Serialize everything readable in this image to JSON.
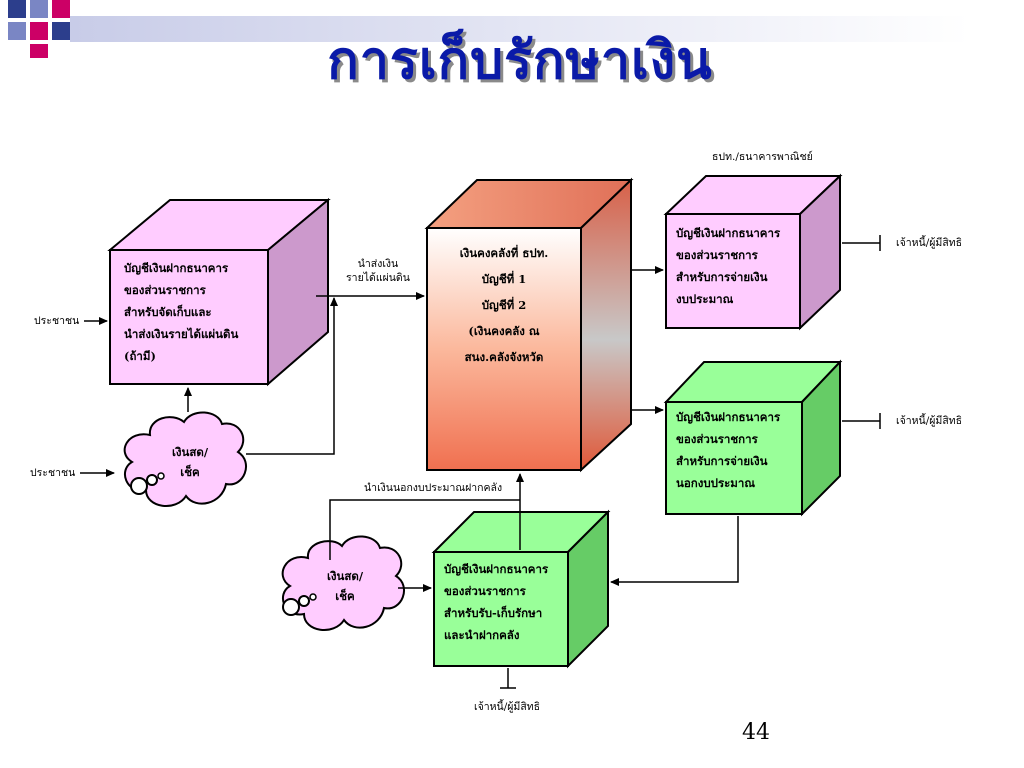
{
  "title": "การเก็บรักษาเงิน",
  "page_number": "44",
  "colors": {
    "title": "#0a1aa8",
    "pink_box": "#ffccff",
    "pink_side": "#cc99cc",
    "green_box": "#99ff99",
    "green_side": "#66cc66",
    "deco_blue": "#2c3e8c",
    "deco_magenta": "#cc0066"
  },
  "labels": {
    "people_1": "ประชาชน",
    "people_2": "ประชาชน",
    "send_income": [
      "นำส่งเงิน",
      "รายได้แผ่นดิน"
    ],
    "bank_header": "ธปท./ธนาคารพาณิชย์",
    "creditor_1": "เจ้าหนี้/ผู้มีสิทธิ",
    "creditor_2": "เจ้าหนี้/ผู้มีสิทธิ",
    "creditor_3": "เจ้าหนี้/ผู้มีสิทธิ",
    "deposit_offbudget": "นำเงินนอกงบประมาณฝากคลัง"
  },
  "boxes": {
    "collection": [
      "บัญชีเงินฝากธนาคาร",
      "ของส่วนราชการ",
      "สำหรับจัดเก็บและ",
      "นำส่งเงินรายได้แผ่นดิน",
      "(ถ้ามี)"
    ],
    "treasury": [
      "เงินคงคลังที่ ธปท.",
      "บัญชีที่ 1",
      "บัญชีที่ 2",
      "(เงินคงคลัง ณ",
      "สนง.คลังจังหวัด"
    ],
    "budget_pay": [
      "บัญชีเงินฝากธนาคาร",
      "ของส่วนราชการ",
      "สำหรับการจ่ายเงิน",
      "งบประมาณ"
    ],
    "offbudget_pay": [
      "บัญชีเงินฝากธนาคาร",
      "ของส่วนราชการ",
      "สำหรับการจ่ายเงิน",
      "นอกงบประมาณ"
    ],
    "receive_keep": [
      "บัญชีเงินฝากธนาคาร",
      "ของส่วนราชการ",
      "สำหรับรับ-เก็บรักษา",
      "และนำฝากคลัง"
    ]
  },
  "clouds": {
    "cash_1": [
      "เงินสด/",
      "เช็ค"
    ],
    "cash_2": [
      "เงินสด/",
      "เช็ค"
    ]
  }
}
